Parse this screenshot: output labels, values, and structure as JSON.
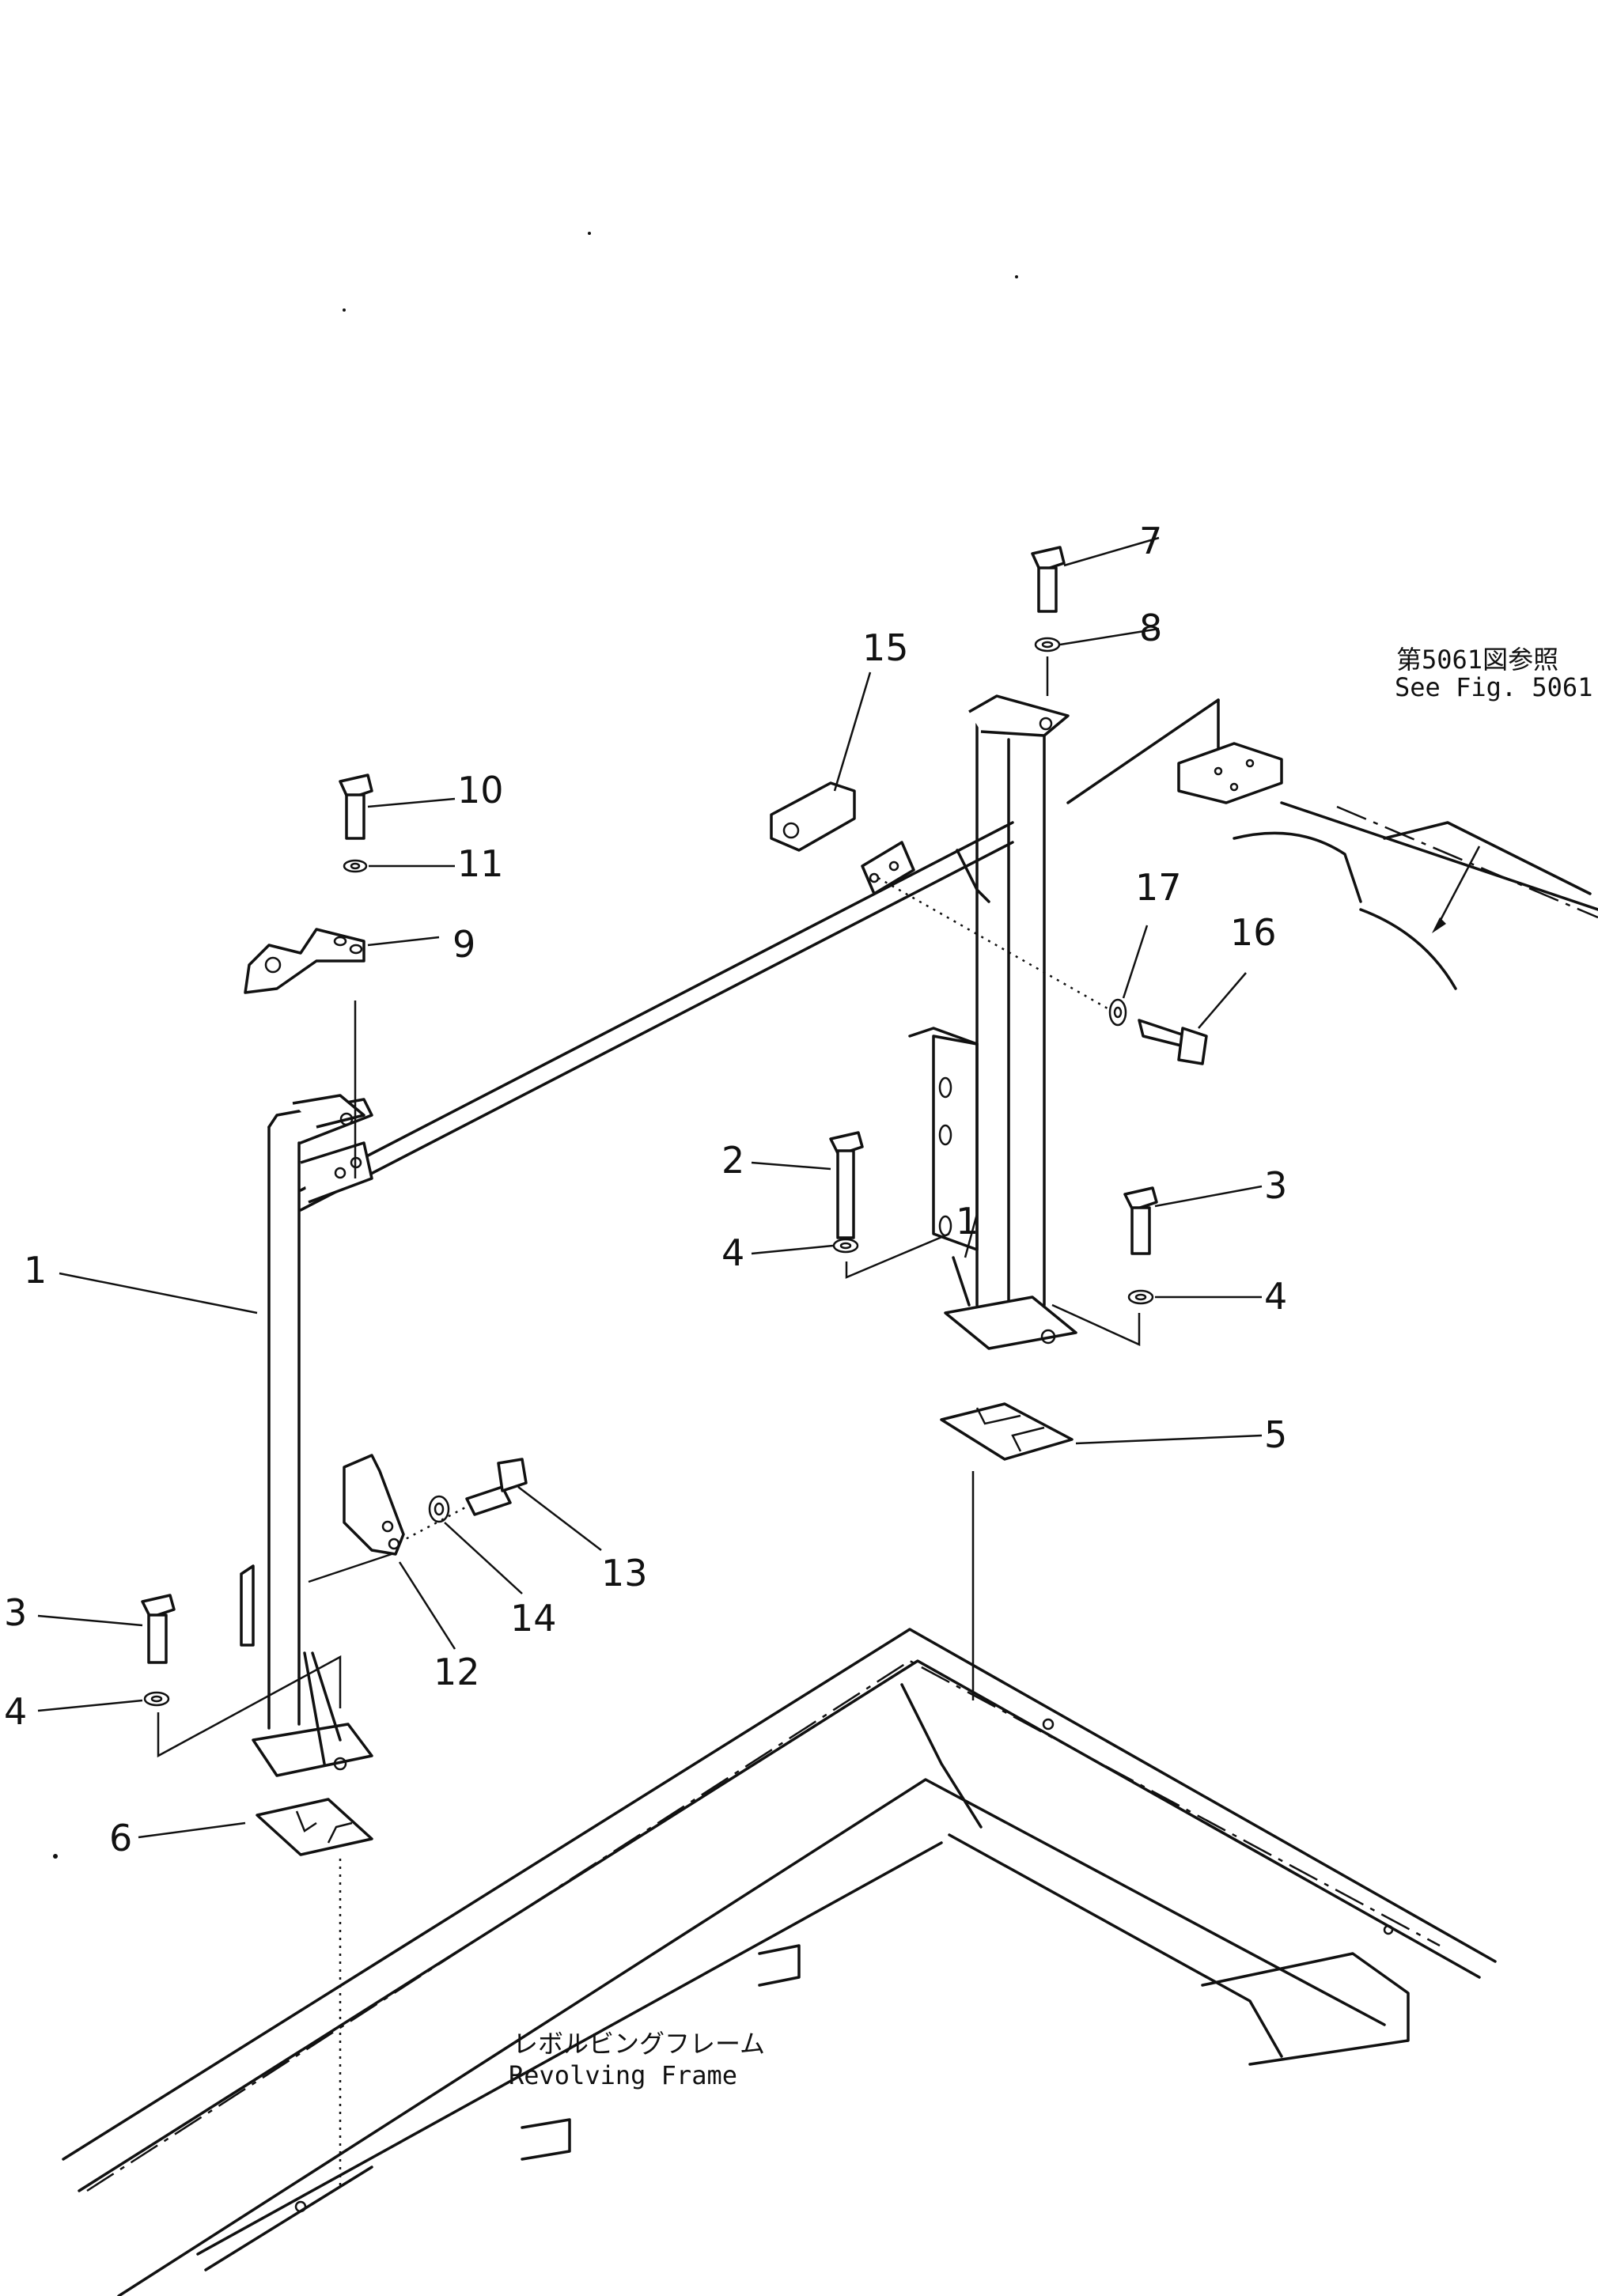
{
  "callouts": {
    "c1": "1",
    "c1b": "1",
    "c2": "2",
    "c3a": "3",
    "c3b": "3",
    "c4a": "4",
    "c4b": "4",
    "c4c": "4",
    "c5": "5",
    "c6": "6",
    "c7": "7",
    "c8": "8",
    "c9": "9",
    "c10": "10",
    "c11": "11",
    "c12": "12",
    "c13": "13",
    "c14": "14",
    "c15": "15",
    "c16": "16",
    "c17": "17"
  },
  "notes": {
    "ref_jp": "第5061図参照",
    "ref_en": "See Fig. 5061",
    "frame_jp": "レボルビングフレーム",
    "frame_en": "Revolving  Frame"
  },
  "style": {
    "ink": "#111111",
    "paper": "#ffffff"
  }
}
